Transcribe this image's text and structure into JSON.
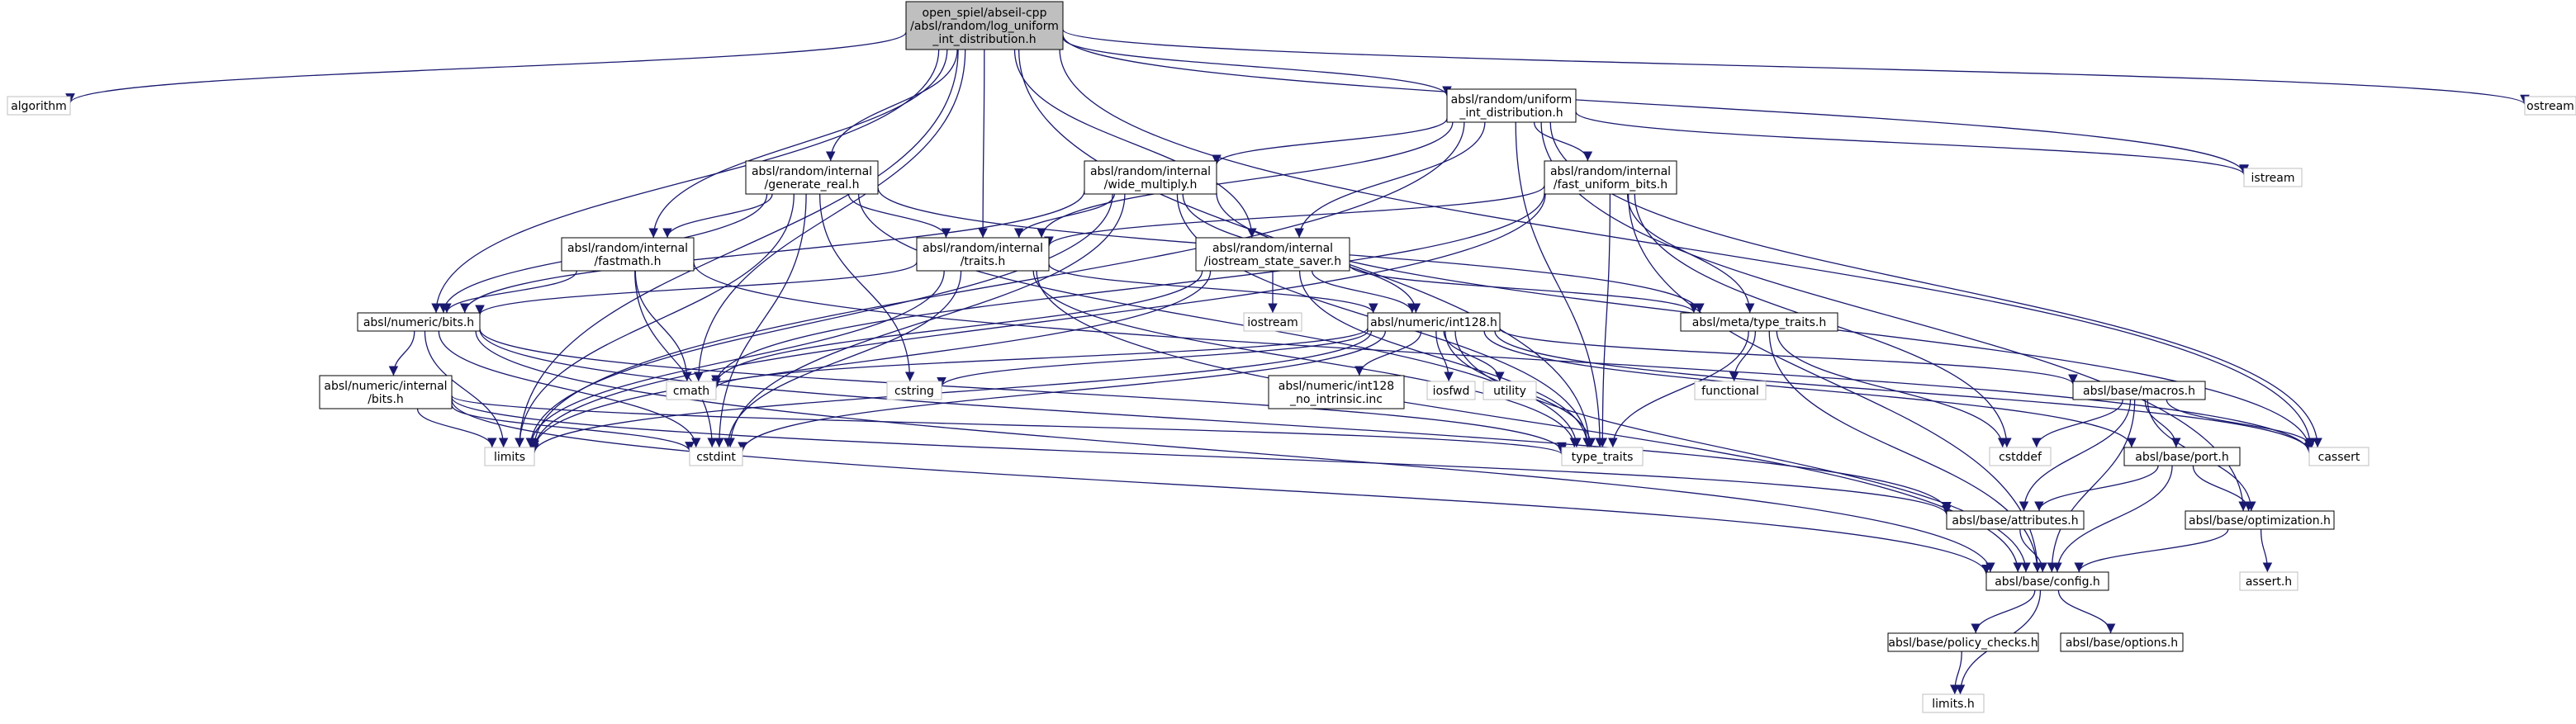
{
  "title": "open_spiel/abseil-cpp/absl/random/log_uniform_int_distribution.h",
  "colors": {
    "edge": "#191970",
    "root_fill": "#bfbfbf",
    "node_border": "#000000",
    "external_border": "#bfbfbf",
    "text": "#000000"
  },
  "nodes": [
    {
      "id": "root",
      "kind": "root",
      "lines": [
        "open_spiel/abseil-cpp",
        "/absl/random/log_uniform",
        "_int_distribution.h"
      ]
    },
    {
      "id": "algorithm",
      "kind": "external",
      "lines": [
        "algorithm"
      ]
    },
    {
      "id": "uniform_int",
      "kind": "internal",
      "lines": [
        "absl/random/uniform",
        "_int_distribution.h"
      ]
    },
    {
      "id": "istream",
      "kind": "external",
      "lines": [
        "istream"
      ]
    },
    {
      "id": "ostream",
      "kind": "external",
      "lines": [
        "ostream"
      ]
    },
    {
      "id": "generate_real",
      "kind": "internal",
      "lines": [
        "absl/random/internal",
        "/generate_real.h"
      ]
    },
    {
      "id": "wide_multiply",
      "kind": "internal",
      "lines": [
        "absl/random/internal",
        "/wide_multiply.h"
      ]
    },
    {
      "id": "fast_uniform_bits",
      "kind": "internal",
      "lines": [
        "absl/random/internal",
        "/fast_uniform_bits.h"
      ]
    },
    {
      "id": "fastmath",
      "kind": "internal",
      "lines": [
        "absl/random/internal",
        "/fastmath.h"
      ]
    },
    {
      "id": "traits",
      "kind": "internal",
      "lines": [
        "absl/random/internal",
        "/traits.h"
      ]
    },
    {
      "id": "iostream_saver",
      "kind": "internal",
      "lines": [
        "absl/random/internal",
        "/iostream_state_saver.h"
      ]
    },
    {
      "id": "bits",
      "kind": "internal",
      "lines": [
        "absl/numeric/bits.h"
      ]
    },
    {
      "id": "int128",
      "kind": "internal",
      "lines": [
        "absl/numeric/int128.h"
      ]
    },
    {
      "id": "type_traits_h",
      "kind": "internal",
      "lines": [
        "absl/meta/type_traits.h"
      ]
    },
    {
      "id": "iostream",
      "kind": "external",
      "lines": [
        "iostream"
      ]
    },
    {
      "id": "internal_bits",
      "kind": "internal",
      "lines": [
        "absl/numeric/internal",
        "/bits.h"
      ]
    },
    {
      "id": "cmath",
      "kind": "external",
      "lines": [
        "cmath"
      ]
    },
    {
      "id": "cstring",
      "kind": "external",
      "lines": [
        "cstring"
      ]
    },
    {
      "id": "int128_noi",
      "kind": "internal",
      "lines": [
        "absl/numeric/int128",
        "_no_intrinsic.inc"
      ]
    },
    {
      "id": "iosfwd",
      "kind": "external",
      "lines": [
        "iosfwd"
      ]
    },
    {
      "id": "utility",
      "kind": "external",
      "lines": [
        "utility"
      ]
    },
    {
      "id": "functional",
      "kind": "external",
      "lines": [
        "functional"
      ]
    },
    {
      "id": "macros",
      "kind": "internal",
      "lines": [
        "absl/base/macros.h"
      ]
    },
    {
      "id": "limits",
      "kind": "external",
      "lines": [
        "limits"
      ]
    },
    {
      "id": "cstdint",
      "kind": "external",
      "lines": [
        "cstdint"
      ]
    },
    {
      "id": "type_traits",
      "kind": "external",
      "lines": [
        "type_traits"
      ]
    },
    {
      "id": "cstddef",
      "kind": "external",
      "lines": [
        "cstddef"
      ]
    },
    {
      "id": "cassert",
      "kind": "external",
      "lines": [
        "cassert"
      ]
    },
    {
      "id": "port",
      "kind": "internal",
      "lines": [
        "absl/base/port.h"
      ]
    },
    {
      "id": "attributes",
      "kind": "internal",
      "lines": [
        "absl/base/attributes.h"
      ]
    },
    {
      "id": "optimization",
      "kind": "internal",
      "lines": [
        "absl/base/optimization.h"
      ]
    },
    {
      "id": "config",
      "kind": "internal",
      "lines": [
        "absl/base/config.h"
      ]
    },
    {
      "id": "assert_h",
      "kind": "external",
      "lines": [
        "assert.h"
      ]
    },
    {
      "id": "policy_checks",
      "kind": "internal",
      "lines": [
        "absl/base/policy_checks.h"
      ]
    },
    {
      "id": "options",
      "kind": "internal",
      "lines": [
        "absl/base/options.h"
      ]
    },
    {
      "id": "limits_h",
      "kind": "external",
      "lines": [
        "limits.h"
      ]
    }
  ],
  "edges": [
    [
      "root",
      "algorithm"
    ],
    [
      "root",
      "uniform_int"
    ],
    [
      "root",
      "istream"
    ],
    [
      "root",
      "ostream"
    ],
    [
      "root",
      "generate_real"
    ],
    [
      "root",
      "fastmath"
    ],
    [
      "root",
      "traits"
    ],
    [
      "root",
      "iostream_saver"
    ],
    [
      "root",
      "bits"
    ],
    [
      "root",
      "cmath"
    ],
    [
      "root",
      "limits"
    ],
    [
      "root",
      "type_traits"
    ],
    [
      "root",
      "cassert"
    ],
    [
      "uniform_int",
      "istream"
    ],
    [
      "uniform_int",
      "wide_multiply"
    ],
    [
      "uniform_int",
      "fast_uniform_bits"
    ],
    [
      "uniform_int",
      "traits"
    ],
    [
      "uniform_int",
      "iostream_saver"
    ],
    [
      "uniform_int",
      "limits"
    ],
    [
      "uniform_int",
      "type_traits"
    ],
    [
      "uniform_int",
      "cassert"
    ],
    [
      "uniform_int",
      "optimization"
    ],
    [
      "generate_real",
      "fastmath"
    ],
    [
      "generate_real",
      "traits"
    ],
    [
      "generate_real",
      "bits"
    ],
    [
      "generate_real",
      "cstring"
    ],
    [
      "generate_real",
      "cstdint"
    ],
    [
      "generate_real",
      "type_traits"
    ],
    [
      "generate_real",
      "type_traits_h"
    ],
    [
      "generate_real",
      "limits"
    ],
    [
      "wide_multiply",
      "traits"
    ],
    [
      "wide_multiply",
      "int128"
    ],
    [
      "wide_multiply",
      "bits"
    ],
    [
      "wide_multiply",
      "cstdint"
    ],
    [
      "wide_multiply",
      "limits"
    ],
    [
      "wide_multiply",
      "type_traits"
    ],
    [
      "wide_multiply",
      "cassert"
    ],
    [
      "fast_uniform_bits",
      "traits"
    ],
    [
      "fast_uniform_bits",
      "type_traits_h"
    ],
    [
      "fast_uniform_bits",
      "limits"
    ],
    [
      "fast_uniform_bits",
      "cstddef"
    ],
    [
      "fast_uniform_bits",
      "type_traits"
    ],
    [
      "fast_uniform_bits",
      "config"
    ],
    [
      "fast_uniform_bits",
      "cmath"
    ],
    [
      "fastmath",
      "bits"
    ],
    [
      "fastmath",
      "cmath"
    ],
    [
      "fastmath",
      "cstdint"
    ],
    [
      "fastmath",
      "cassert"
    ],
    [
      "traits",
      "bits"
    ],
    [
      "traits",
      "int128"
    ],
    [
      "traits",
      "cstdint"
    ],
    [
      "traits",
      "limits"
    ],
    [
      "traits",
      "type_traits"
    ],
    [
      "traits",
      "config"
    ],
    [
      "iostream_saver",
      "int128"
    ],
    [
      "iostream_saver",
      "type_traits_h"
    ],
    [
      "iostream_saver",
      "iostream"
    ],
    [
      "iostream_saver",
      "cmath"
    ],
    [
      "iostream_saver",
      "limits"
    ],
    [
      "iostream_saver",
      "type_traits"
    ],
    [
      "bits",
      "internal_bits"
    ],
    [
      "bits",
      "cstdint"
    ],
    [
      "bits",
      "limits"
    ],
    [
      "bits",
      "type_traits"
    ],
    [
      "bits",
      "attributes"
    ],
    [
      "bits",
      "config"
    ],
    [
      "internal_bits",
      "limits"
    ],
    [
      "internal_bits",
      "cstdint"
    ],
    [
      "internal_bits",
      "type_traits"
    ],
    [
      "internal_bits",
      "attributes"
    ],
    [
      "internal_bits",
      "config"
    ],
    [
      "int128",
      "cmath"
    ],
    [
      "int128",
      "cstring"
    ],
    [
      "int128",
      "int128_noi"
    ],
    [
      "int128",
      "iosfwd"
    ],
    [
      "int128",
      "utility"
    ],
    [
      "int128",
      "macros"
    ],
    [
      "int128",
      "limits"
    ],
    [
      "int128",
      "cstdint"
    ],
    [
      "int128",
      "type_traits"
    ],
    [
      "int128",
      "cassert"
    ],
    [
      "int128",
      "port"
    ],
    [
      "int128",
      "config"
    ],
    [
      "type_traits_h",
      "functional"
    ],
    [
      "type_traits_h",
      "cstddef"
    ],
    [
      "type_traits_h",
      "type_traits"
    ],
    [
      "type_traits_h",
      "config"
    ],
    [
      "macros",
      "cstddef"
    ],
    [
      "macros",
      "cassert"
    ],
    [
      "macros",
      "port"
    ],
    [
      "macros",
      "attributes"
    ],
    [
      "macros",
      "optimization"
    ],
    [
      "macros",
      "config"
    ],
    [
      "port",
      "attributes"
    ],
    [
      "port",
      "optimization"
    ],
    [
      "port",
      "config"
    ],
    [
      "attributes",
      "config"
    ],
    [
      "optimization",
      "config"
    ],
    [
      "optimization",
      "assert_h"
    ],
    [
      "config",
      "policy_checks"
    ],
    [
      "config",
      "options"
    ],
    [
      "config",
      "limits_h"
    ],
    [
      "policy_checks",
      "limits_h"
    ]
  ]
}
